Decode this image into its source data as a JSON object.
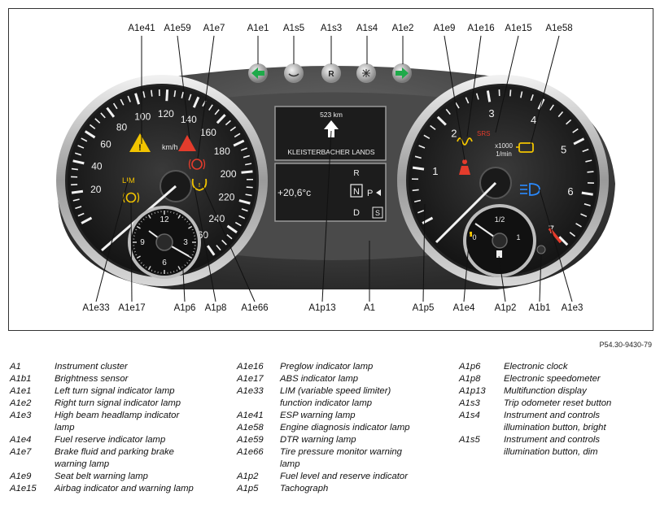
{
  "figure_id": "P54.30-9430-79",
  "display": {
    "distance": "523 km",
    "street": "KLEISTERBACHER LANDS",
    "temperature": "+20,6°c",
    "gear_r": "R",
    "gear_n": "N",
    "gear_d": "D",
    "gear_p": "P",
    "gear_s": "S"
  },
  "speedometer": {
    "scale": [
      "20",
      "40",
      "60",
      "80",
      "100",
      "120",
      "140",
      "160",
      "180",
      "200",
      "220",
      "240",
      "260"
    ],
    "unit": "km/h",
    "lim": "LIM"
  },
  "tachometer": {
    "scale": [
      "1",
      "2",
      "3",
      "4",
      "5",
      "6",
      "7"
    ],
    "unit_top": "x1000",
    "unit_bottom": "1/min",
    "srs": "SRS"
  },
  "clock": {
    "numbers": [
      "12",
      "3",
      "6",
      "9"
    ]
  },
  "fuel": {
    "half": "1/2",
    "zero": "0",
    "one": "1"
  },
  "buttons": {
    "reset": "R"
  },
  "callouts_top": [
    "A1e41",
    "A1e59",
    "A1e7",
    "A1e1",
    "A1s5",
    "A1s3",
    "A1s4",
    "A1e2",
    "A1e9",
    "A1e16",
    "A1e15",
    "A1e58"
  ],
  "callouts_bottom": [
    "A1e33",
    "A1e17",
    "A1p6",
    "A1p8",
    "A1e66",
    "A1p13",
    "A1",
    "A1p5",
    "A1e4",
    "A1p2",
    "A1b1",
    "A1e3"
  ],
  "legend": [
    [
      {
        "code": "A1",
        "desc": "Instrument cluster"
      },
      {
        "code": "A1b1",
        "desc": "Brightness sensor"
      },
      {
        "code": "A1e1",
        "desc": "Left turn signal indicator lamp"
      },
      {
        "code": "A1e2",
        "desc": "Right turn signal indicator lamp"
      },
      {
        "code": "A1e3",
        "desc": "High beam headlamp indicator lamp"
      },
      {
        "code": "A1e4",
        "desc": "Fuel reserve indicator lamp"
      },
      {
        "code": "A1e7",
        "desc": "Brake fluid and parking brake warning lamp"
      },
      {
        "code": "A1e9",
        "desc": "Seat belt warning lamp"
      },
      {
        "code": "A1e15",
        "desc": "Airbag indicator and warning lamp"
      }
    ],
    [
      {
        "code": "A1e16",
        "desc": "Preglow indicator lamp"
      },
      {
        "code": "A1e17",
        "desc": "ABS indicator lamp"
      },
      {
        "code": "A1e33",
        "desc": "LIM (variable speed limiter) function indicator lamp"
      },
      {
        "code": "A1e41",
        "desc": "ESP warning lamp"
      },
      {
        "code": "A1e58",
        "desc": "Engine diagnosis indicator lamp"
      },
      {
        "code": "A1e59",
        "desc": "DTR warning lamp"
      },
      {
        "code": "A1e66",
        "desc": "Tire pressure monitor warning lamp"
      },
      {
        "code": "A1p2",
        "desc": "Fuel level and reserve indicator"
      },
      {
        "code": "A1p5",
        "desc": "Tachograph"
      }
    ],
    [
      {
        "code": "A1p6",
        "desc": "Electronic clock"
      },
      {
        "code": "A1p8",
        "desc": "Electronic speedometer"
      },
      {
        "code": "A1p13",
        "desc": "Multifunction display"
      },
      {
        "code": "A1s3",
        "desc": "Trip odometer reset button"
      },
      {
        "code": "A1s4",
        "desc": "Instrument and controls illumination button, bright"
      },
      {
        "code": "A1s5",
        "desc": "Instrument and controls illumination button, dim"
      }
    ]
  ]
}
